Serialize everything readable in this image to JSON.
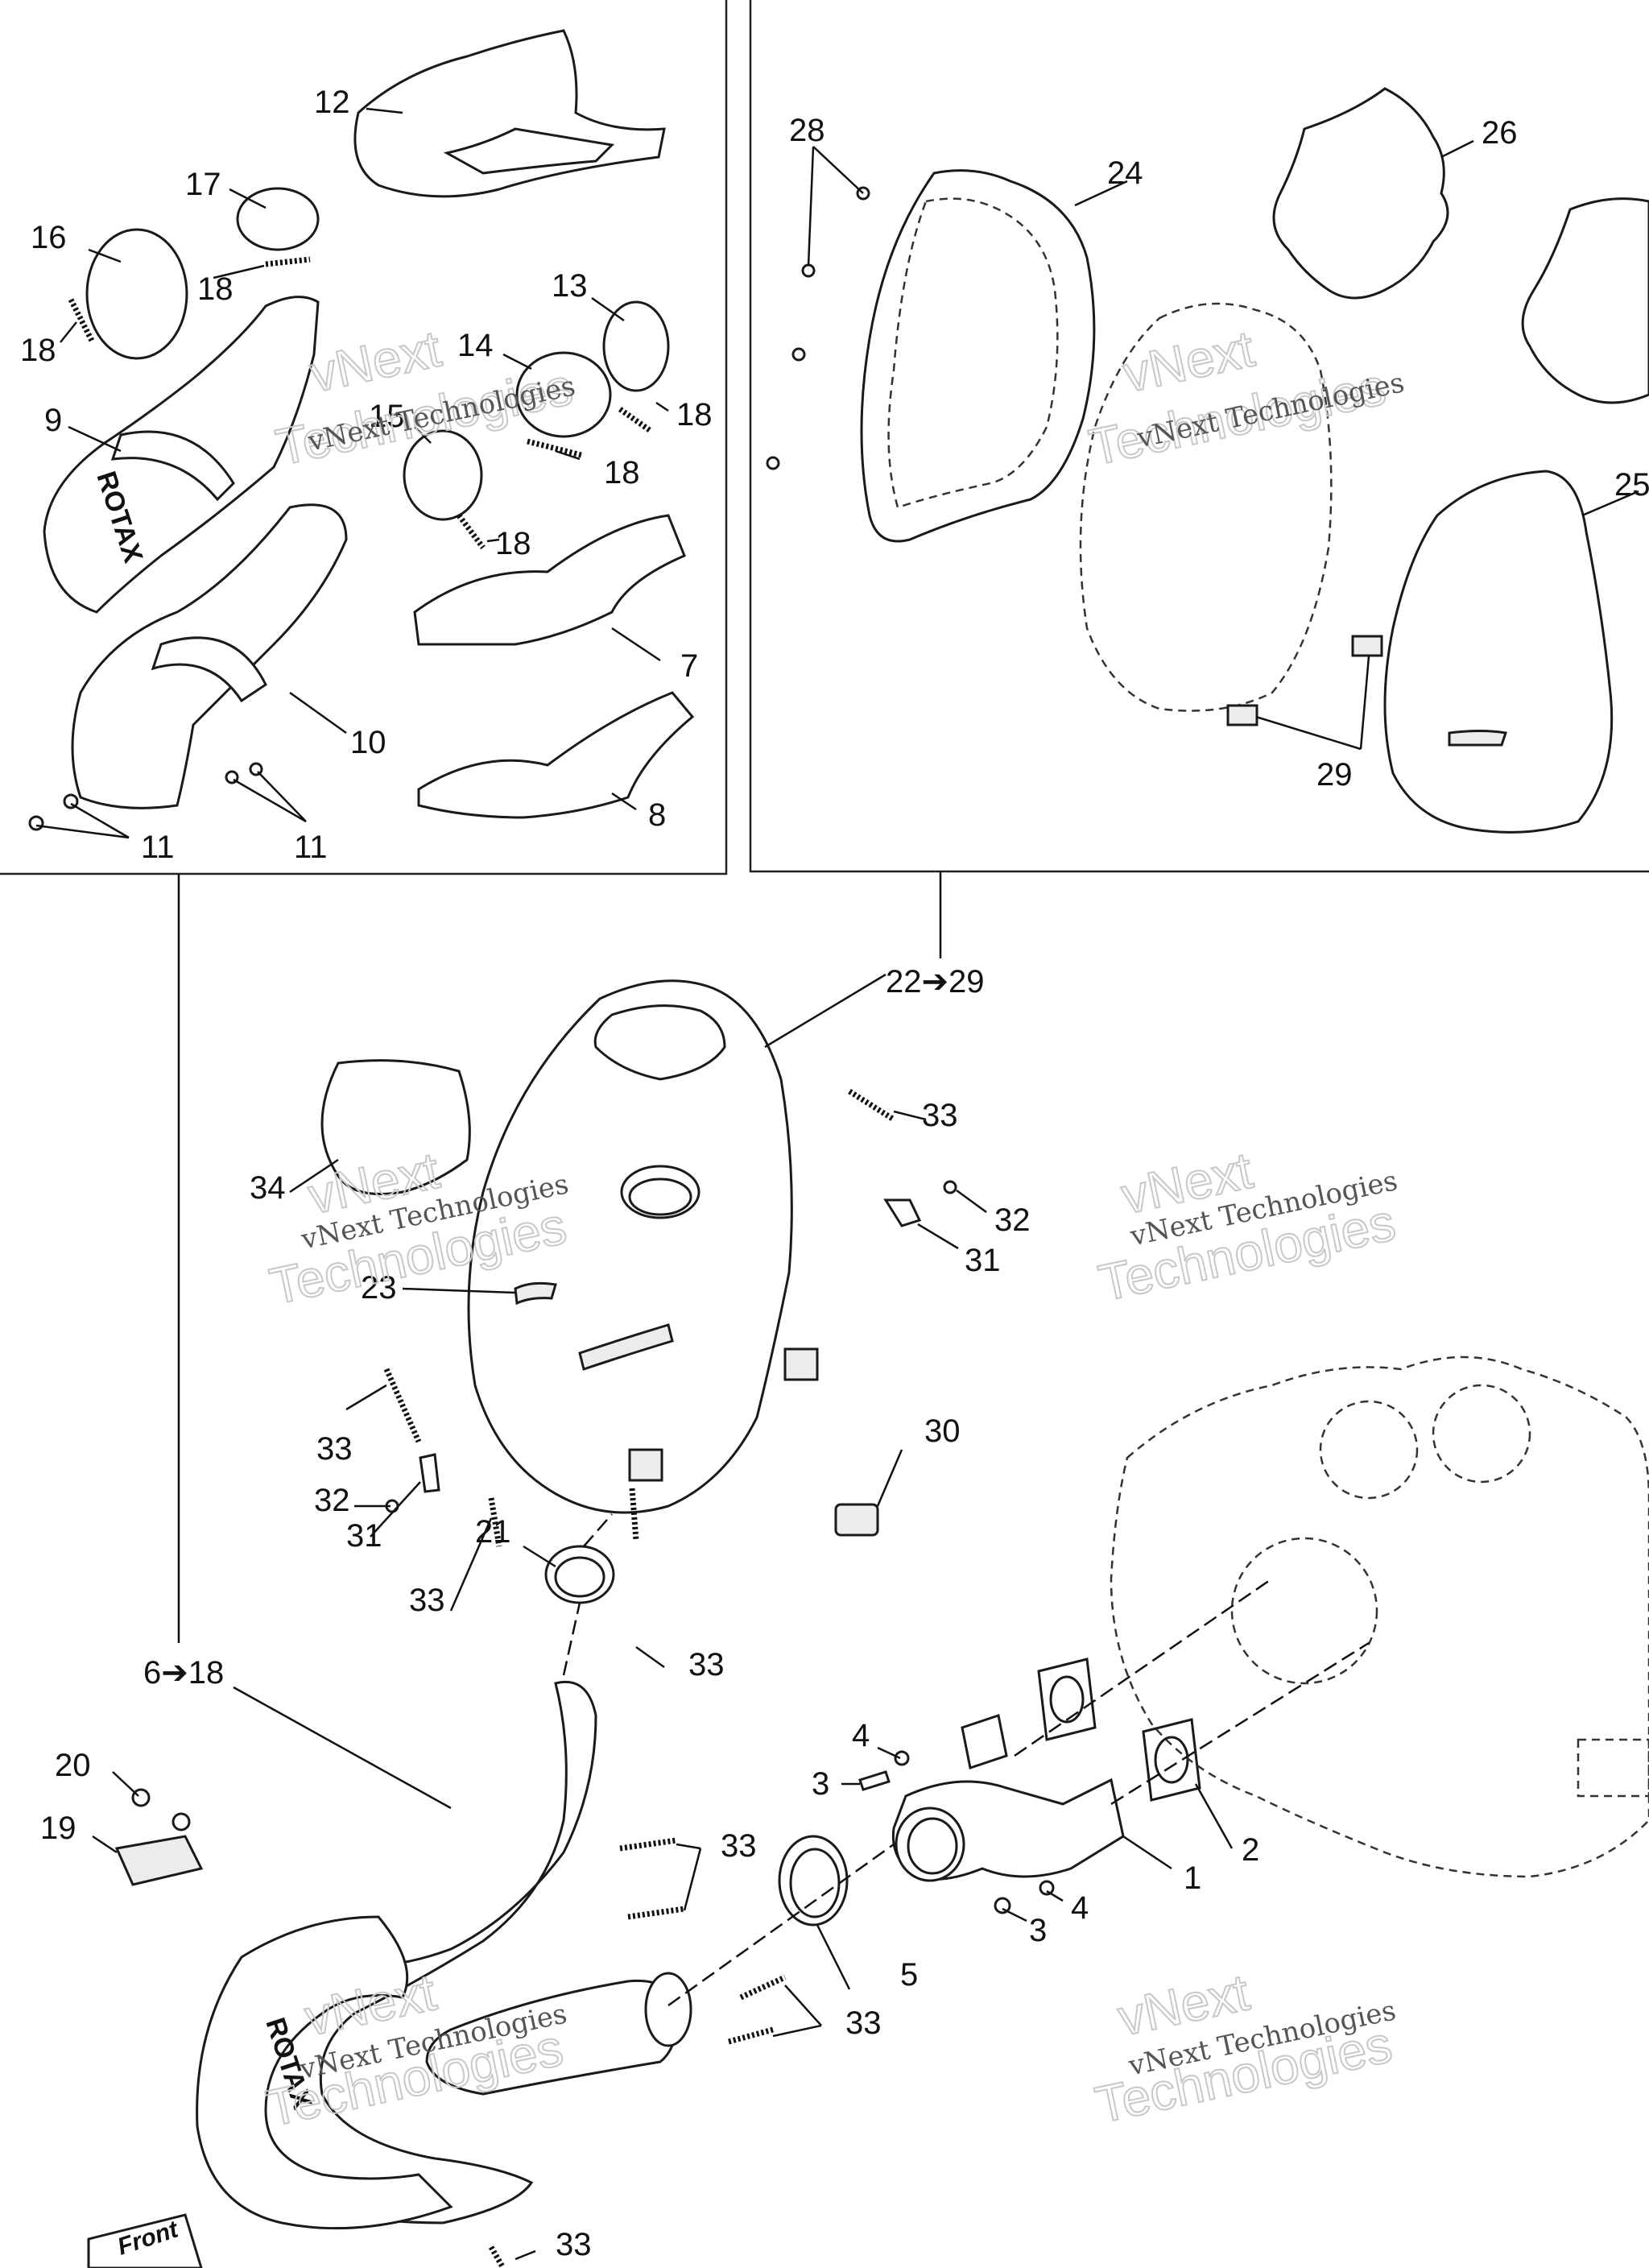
{
  "callouts": {
    "c1": "1",
    "c2": "2",
    "c3a": "3",
    "c3b": "3",
    "c4a": "4",
    "c4b": "4",
    "c5": "5",
    "c6_18": "6➔18",
    "c7": "7",
    "c8": "8",
    "c9": "9",
    "c10": "10",
    "c11a": "11",
    "c11b": "11",
    "c12": "12",
    "c13": "13",
    "c14": "14",
    "c15": "15",
    "c16": "16",
    "c17": "17",
    "c18a": "18",
    "c18b": "18",
    "c18c": "18",
    "c18d": "18",
    "c18e": "18",
    "c19": "19",
    "c20": "20",
    "c21": "21",
    "c22_29": "22➔29",
    "c23": "23",
    "c24": "24",
    "c25": "25",
    "c26": "26",
    "c28": "28",
    "c29": "29",
    "c30": "30",
    "c31a": "31",
    "c31b": "31",
    "c32a": "32",
    "c32b": "32",
    "c33a": "33",
    "c33b": "33",
    "c33c": "33",
    "c33d": "33",
    "c33e": "33",
    "c33f": "33",
    "c33g": "33",
    "c34": "34"
  },
  "logos": {
    "rotax": "ROTAX",
    "front": "Front"
  },
  "watermark": {
    "line1": "vNext Technologies",
    "line2": "vNext",
    "line3": "Technologies"
  }
}
